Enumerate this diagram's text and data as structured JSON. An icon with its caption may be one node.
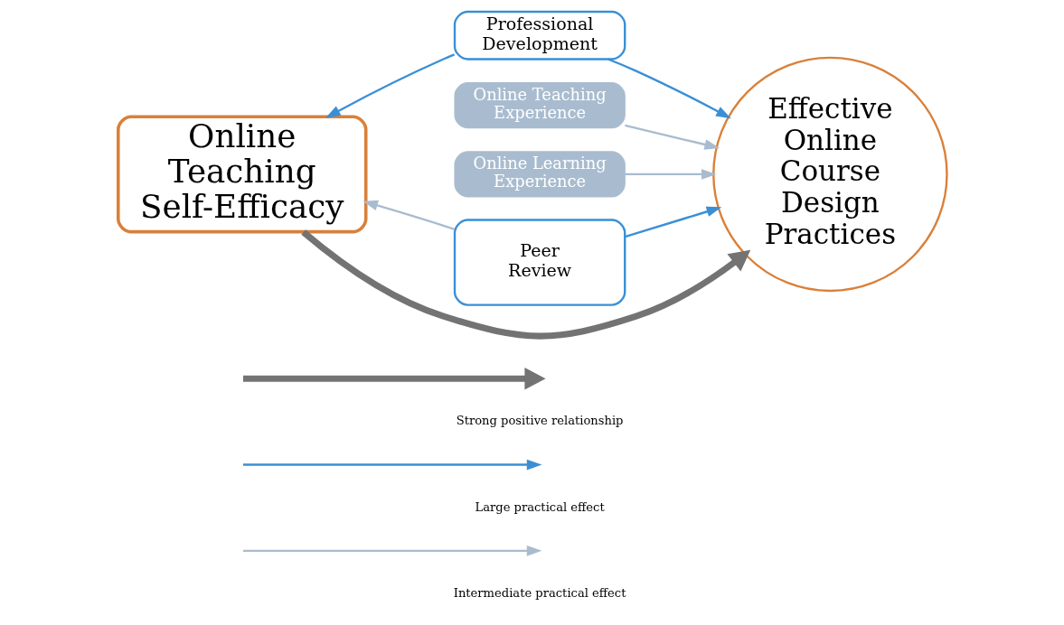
{
  "diagram": {
    "nodes": [
      {
        "text": [
          "Online Teaching Self-Efficacy"
        ]
      },
      {
        "text": [
          "Professional Development"
        ]
      },
      {
        "text": [
          "Online Teaching Experience"
        ]
      },
      {
        "text": [
          "Online Learning Experience"
        ]
      },
      {
        "text": [
          "Peer Review"
        ]
      },
      {
        "text": [
          "Effective Online Course Design Practices"
        ]
      }
    ],
    "edges": [
      {
        "from": 1,
        "to": 0,
        "arrow": "to",
        "color": "#3a8fd6"
      },
      {
        "from": 1,
        "to": 5,
        "arrow": "to",
        "color": "#3a8fd6"
      },
      {
        "from": 2,
        "to": 5,
        "arrow": "to",
        "color": "#a9bccf"
      },
      {
        "from": 0,
        "to": 5,
        "arrow": "to",
        "style": "thick",
        "color": "#737373"
      },
      {
        "from": 3,
        "to": 5,
        "arrow": "to",
        "color": "#a9bccf"
      },
      {
        "from": 4,
        "to": 0,
        "arrow": "to",
        "color": "#a9bccf"
      },
      {
        "from": 4,
        "to": 5,
        "arrow": "to",
        "color": "#3a8fd6"
      }
    ],
    "legend": [
      {
        "text": "Strong positive relationship"
      },
      {
        "text": "Large practical effect"
      },
      {
        "text": "Intermediate practical effect"
      }
    ]
  }
}
